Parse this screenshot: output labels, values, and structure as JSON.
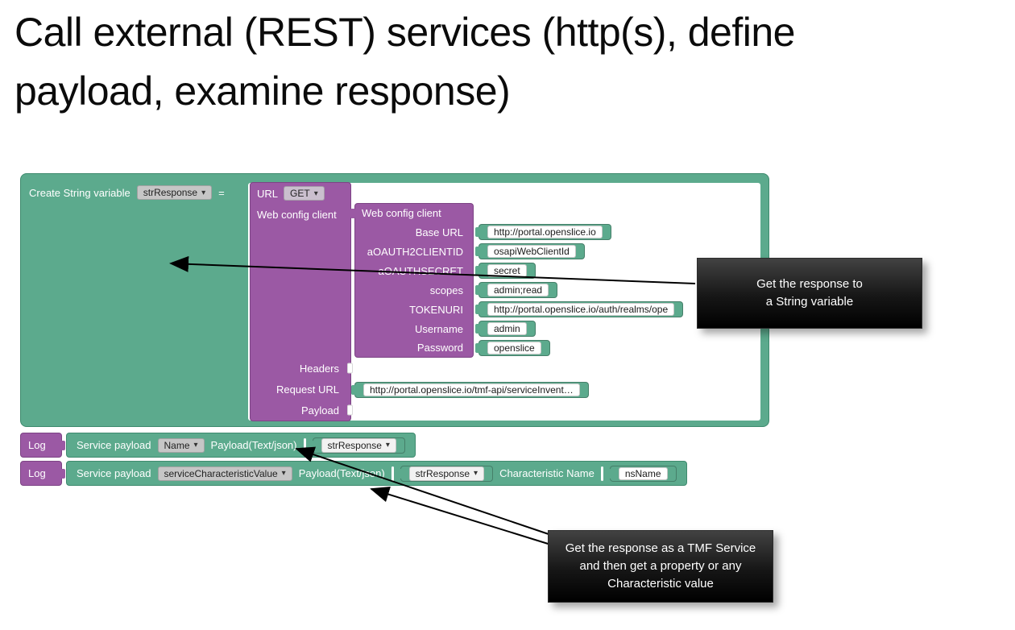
{
  "title": {
    "line1": "Call external (REST) services (http(s), define",
    "line2": "payload, examine response)"
  },
  "icons": {
    "chevron_down": "▾"
  },
  "colors": {
    "teal": "#5caa8d",
    "purple": "#9b59a4",
    "callout_bg": "#000000",
    "workspace_bg": "#ffffff"
  },
  "create_block": {
    "label": "Create String variable",
    "variable": "strResponse",
    "equals": "="
  },
  "url_block": {
    "title": "URL",
    "method": "GET",
    "client_input_label": "Web config client",
    "headers_label": "Headers",
    "request_url_label": "Request URL",
    "payload_label": "Payload",
    "request_url_value": "http://portal.openslice.io/tmf-api/serviceInvent…"
  },
  "web_config_block": {
    "title": "Web config client",
    "fields": [
      {
        "label": "Base URL",
        "value": "http://portal.openslice.io"
      },
      {
        "label": "aOAUTH2CLIENTID",
        "value": "osapiWebClientId"
      },
      {
        "label": "aOAUTHSECRET",
        "value": "secret"
      },
      {
        "label": "scopes",
        "value": "admin;read"
      },
      {
        "label": "TOKENURI",
        "value": "http://portal.openslice.io/auth/realms/ope"
      },
      {
        "label": "Username",
        "value": "admin"
      },
      {
        "label": "Password",
        "value": "openslice"
      }
    ]
  },
  "log1": {
    "tab": "Log",
    "service_payload_label": "Service payload",
    "name_dropdown": "Name",
    "payload_label": "Payload(Text/json)",
    "value_dropdown": "strResponse"
  },
  "log2": {
    "tab": "Log",
    "service_payload_label": "Service payload",
    "name_dropdown": "serviceCharacteristicValue",
    "payload_label": "Payload(Text/json)",
    "value_dropdown": "strResponse",
    "characteristic_label": "Characteristic Name",
    "characteristic_value": "nsName"
  },
  "callouts": {
    "string_var": {
      "lines": [
        "Get the response to",
        "a String variable"
      ]
    },
    "tmf": {
      "lines": [
        "Get the response as a TMF Service",
        "and then get a property or any",
        "Characteristic value"
      ]
    }
  }
}
